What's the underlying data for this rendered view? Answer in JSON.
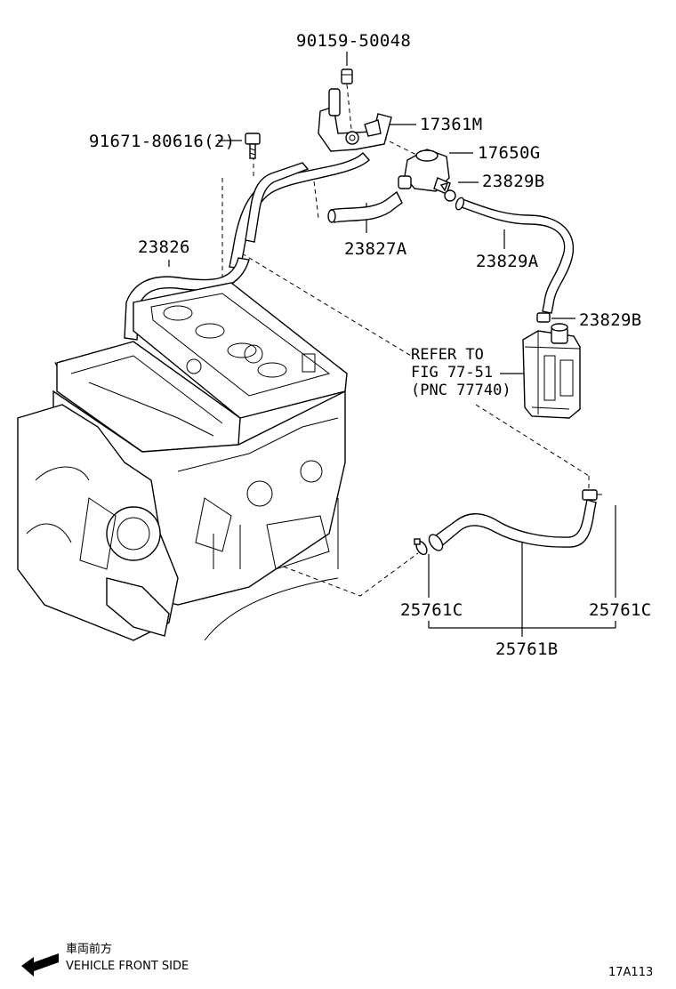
{
  "part_numbers": {
    "p90159": "90159-50048",
    "p91671": "91671-80616(2)",
    "p17361M": "17361M",
    "p17650G": "17650G",
    "p23829B_top": "23829B",
    "p23826": "23826",
    "p23827A": "23827A",
    "p23829A": "23829A",
    "p23829B_mid": "23829B",
    "p25761C_left": "25761C",
    "p25761C_right": "25761C",
    "p25761B": "25761B"
  },
  "reference_note": {
    "line1": "REFER TO",
    "line2": "FIG 77-51",
    "line3": "(PNC 77740)"
  },
  "footer": {
    "direction_japanese": "車両前方",
    "direction_english": "VEHICLE FRONT SIDE",
    "figure_code": "17A113"
  }
}
